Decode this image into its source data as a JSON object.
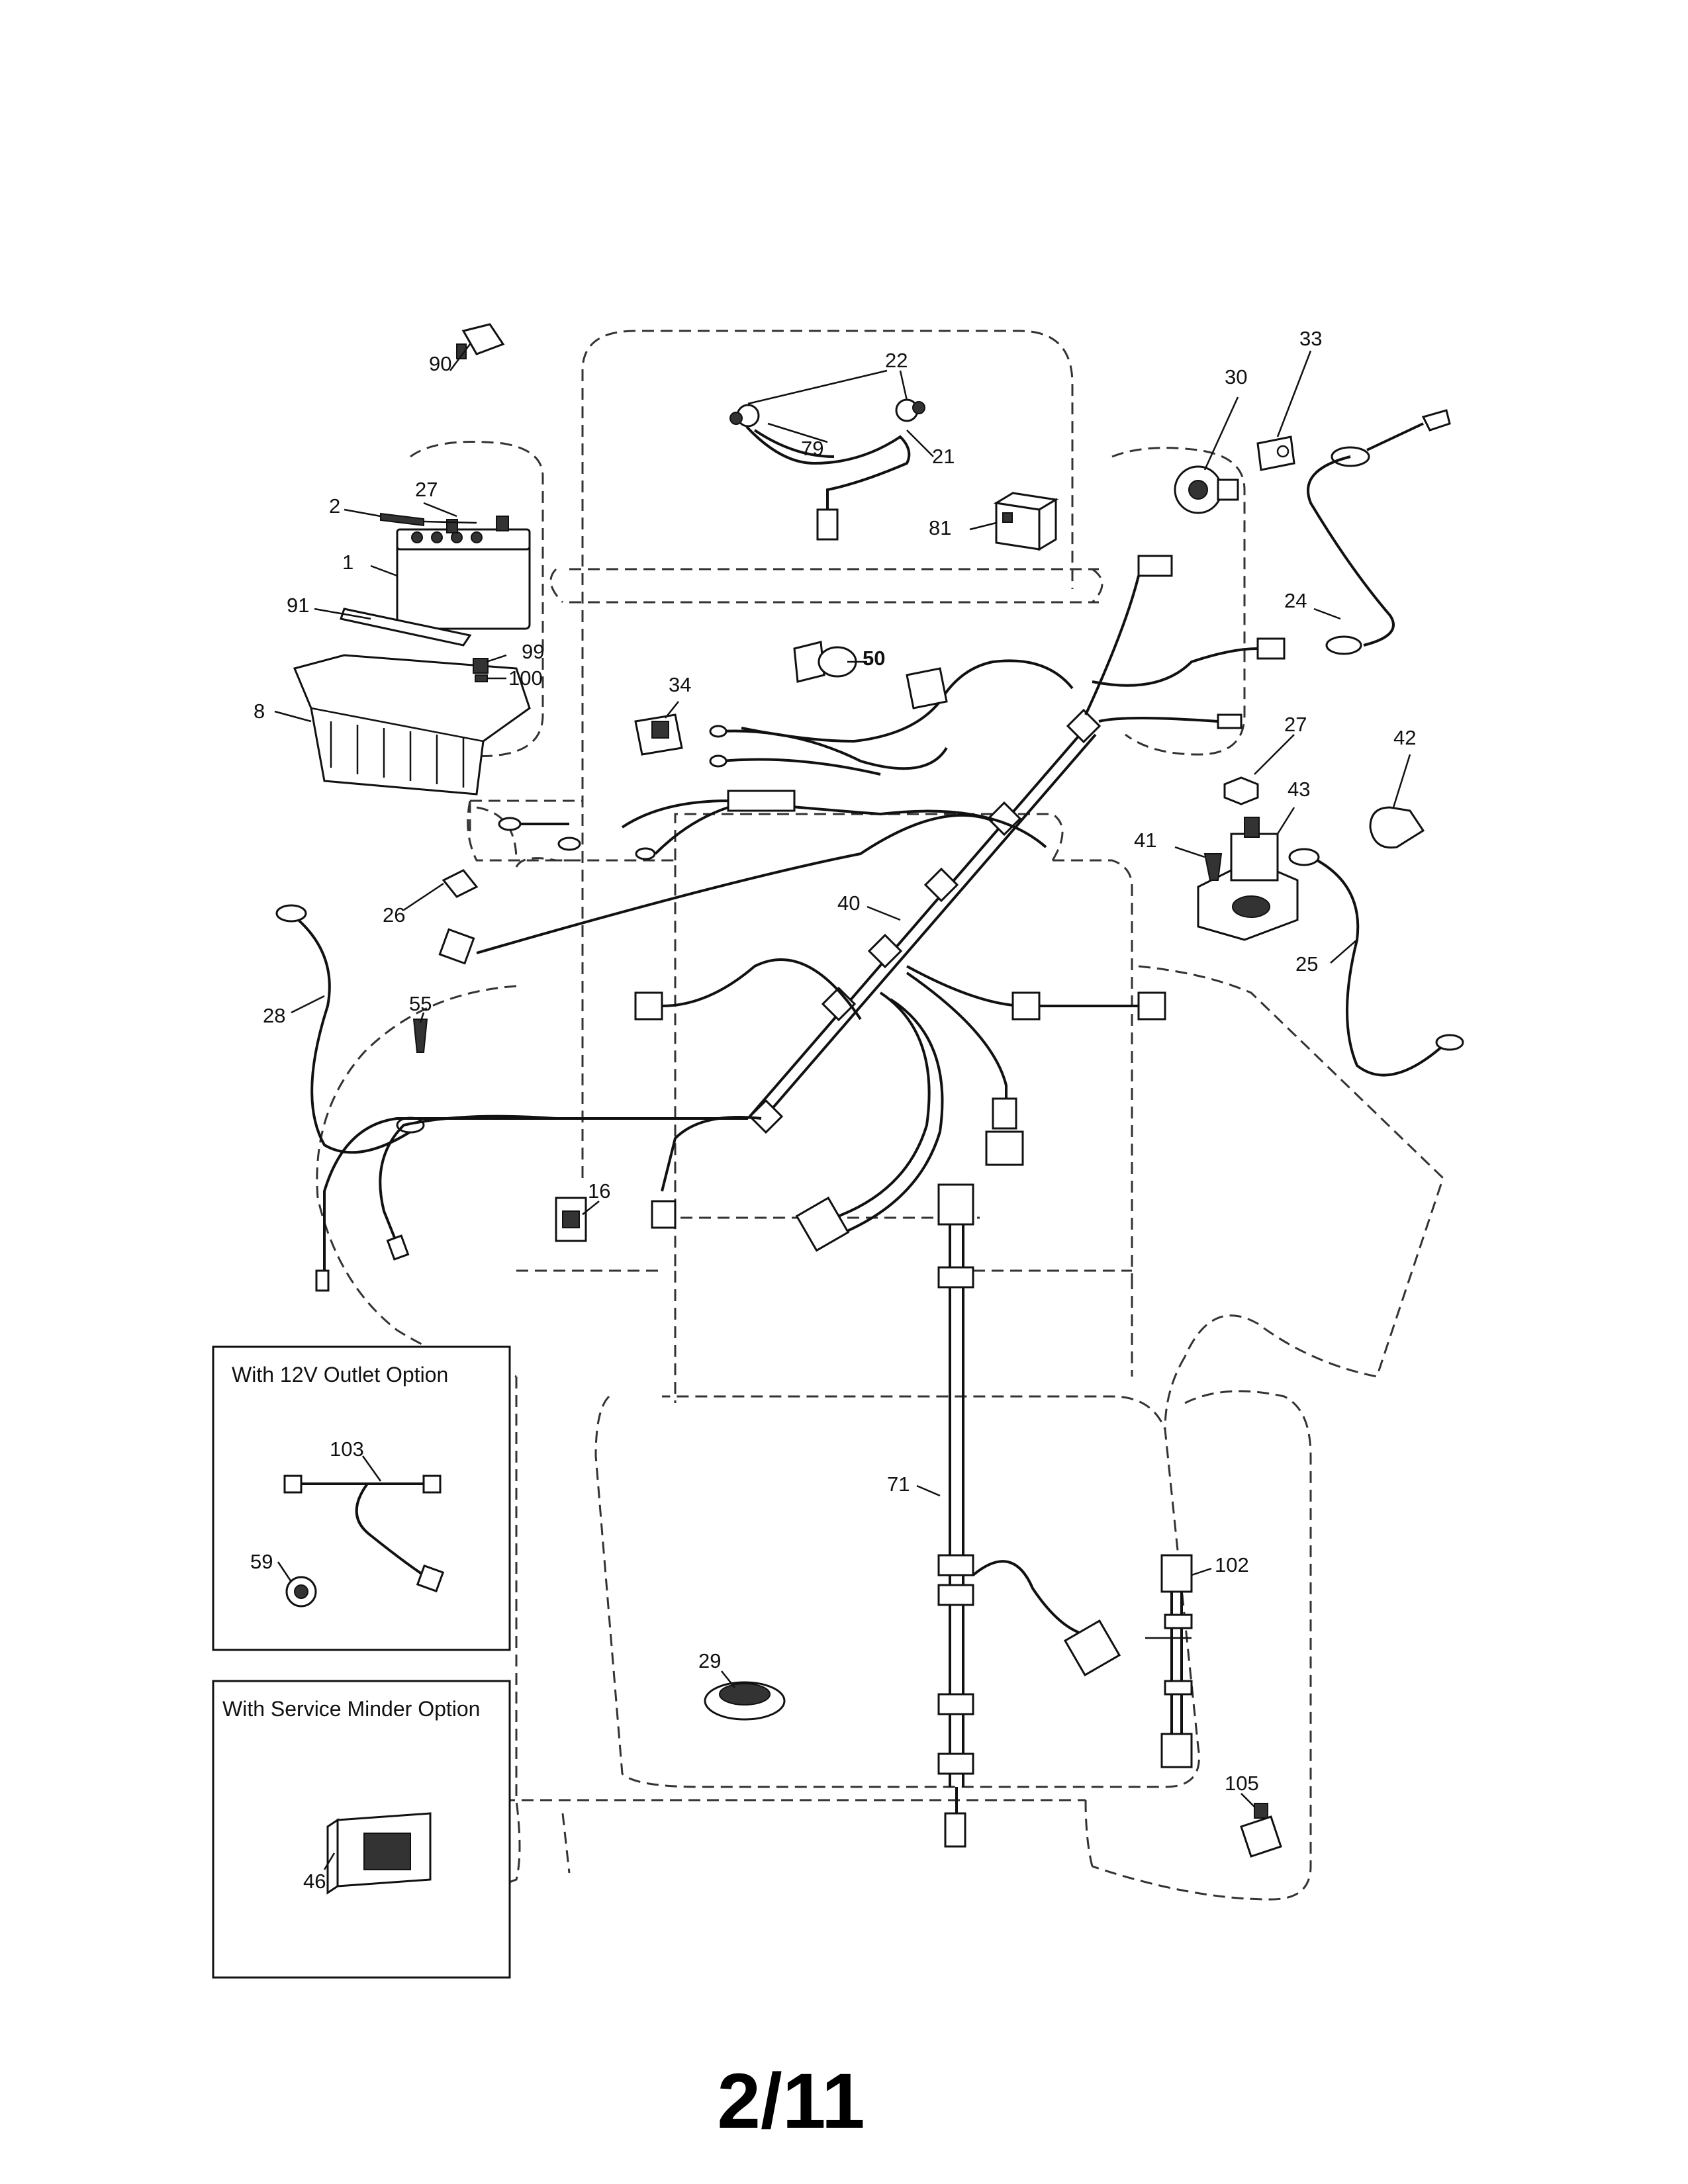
{
  "page_number": "2/11",
  "option_boxes": [
    {
      "title": "With 12V Outlet Option"
    },
    {
      "title": "With Service Minder Option"
    }
  ],
  "callouts": {
    "c90": "90",
    "c2": "2",
    "c27a": "27",
    "c1": "1",
    "c91": "91",
    "c99": "99",
    "c100": "100",
    "c8": "8",
    "c22": "22",
    "c79": "79",
    "c21": "21",
    "c81": "81",
    "c50": "50",
    "c34": "34",
    "c30": "30",
    "c33": "33",
    "c24": "24",
    "c27b": "27",
    "c42": "42",
    "c43": "43",
    "c41": "41",
    "c25": "25",
    "c26": "26",
    "c40": "40",
    "c28": "28",
    "c55": "55",
    "c16": "16",
    "c103": "103",
    "c59": "59",
    "c46": "46",
    "c71": "71",
    "c29": "29",
    "c102": "102",
    "c105": "105"
  }
}
